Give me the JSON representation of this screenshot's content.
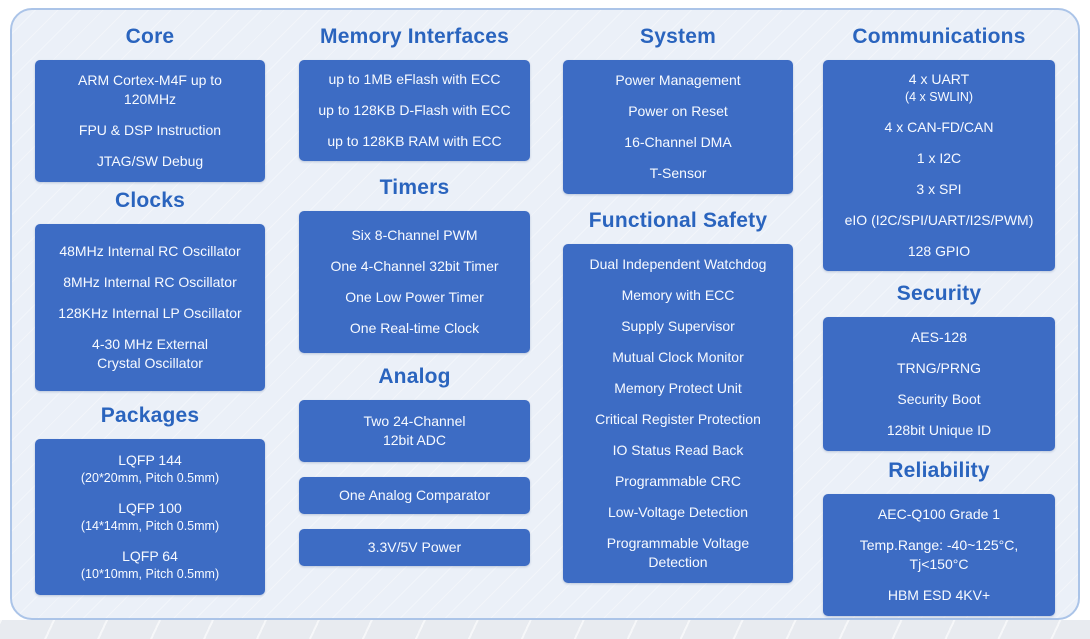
{
  "theme": {
    "box_fill": "#3d6cc4",
    "box_text": "#f7faff",
    "header_text": "#2a64be",
    "frame_fill": "#ebf0f8",
    "frame_border": "#abc4e8",
    "page_bg": "#ffffff",
    "footer_strip": "#e8ebf0"
  },
  "columns": [
    {
      "id": "core-clocks-packages",
      "sections": [
        {
          "id": "core",
          "title": "Core",
          "boxes": [
            {
              "rows": [
                [
                  {
                    "text": "ARM Cortex-M4F up to"
                  },
                  {
                    "text": "120MHz"
                  }
                ],
                [
                  {
                    "text": "FPU & DSP Instruction"
                  }
                ],
                [
                  {
                    "text": "JTAG/SW Debug"
                  }
                ]
              ]
            }
          ]
        },
        {
          "id": "clocks",
          "title": "Clocks",
          "boxes": [
            {
              "rows": [
                [
                  {
                    "text": "48MHz Internal RC Oscillator"
                  }
                ],
                [
                  {
                    "text": "8MHz Internal RC Oscillator"
                  }
                ],
                [
                  {
                    "text": "128KHz Internal LP Oscillator"
                  }
                ],
                [
                  {
                    "text": "4-30 MHz External"
                  },
                  {
                    "text": "Crystal Oscillator"
                  }
                ]
              ]
            }
          ]
        },
        {
          "id": "packages",
          "title": "Packages",
          "boxes": [
            {
              "rows": [
                [
                  {
                    "text": "LQFP 144"
                  },
                  {
                    "text": "(20*20mm, Pitch 0.5mm)",
                    "small": true
                  }
                ],
                [
                  {
                    "text": "LQFP 100"
                  },
                  {
                    "text": "(14*14mm, Pitch 0.5mm)",
                    "small": true
                  }
                ],
                [
                  {
                    "text": "LQFP 64"
                  },
                  {
                    "text": "(10*10mm, Pitch 0.5mm)",
                    "small": true
                  }
                ]
              ]
            }
          ]
        }
      ]
    },
    {
      "id": "memory-timers-analog",
      "sections": [
        {
          "id": "memory-interfaces",
          "title": "Memory Interfaces",
          "boxes": [
            {
              "rows": [
                [
                  {
                    "text": "up to 1MB eFlash  with ECC"
                  }
                ],
                [
                  {
                    "text": "up to 128KB D-Flash with ECC"
                  }
                ],
                [
                  {
                    "text": "up to 128KB RAM with ECC"
                  }
                ]
              ]
            }
          ]
        },
        {
          "id": "timers",
          "title": "Timers",
          "boxes": [
            {
              "rows": [
                [
                  {
                    "text": "Six 8-Channel PWM"
                  }
                ],
                [
                  {
                    "text": "One 4-Channel 32bit Timer"
                  }
                ],
                [
                  {
                    "text": "One Low Power Timer"
                  }
                ],
                [
                  {
                    "text": "One Real-time Clock"
                  }
                ]
              ]
            }
          ]
        },
        {
          "id": "analog",
          "title": "Analog",
          "boxes": [
            {
              "rows": [
                [
                  {
                    "text": "Two 24-Channel"
                  },
                  {
                    "text": "12bit ADC"
                  }
                ]
              ]
            },
            {
              "rows": [
                [
                  {
                    "text": "One Analog Comparator"
                  }
                ]
              ]
            },
            {
              "rows": [
                [
                  {
                    "text": "3.3V/5V Power"
                  }
                ]
              ]
            }
          ]
        }
      ]
    },
    {
      "id": "system-safety",
      "sections": [
        {
          "id": "system",
          "title": "System",
          "boxes": [
            {
              "rows": [
                [
                  {
                    "text": "Power Management"
                  }
                ],
                [
                  {
                    "text": "Power on Reset"
                  }
                ],
                [
                  {
                    "text": "16-Channel DMA"
                  }
                ],
                [
                  {
                    "text": "T-Sensor"
                  }
                ]
              ]
            }
          ]
        },
        {
          "id": "functional-safety",
          "title": "Functional Safety",
          "boxes": [
            {
              "rows": [
                [
                  {
                    "text": "Dual Independent Watchdog"
                  }
                ],
                [
                  {
                    "text": "Memory with ECC"
                  }
                ],
                [
                  {
                    "text": "Supply Supervisor"
                  }
                ],
                [
                  {
                    "text": "Mutual Clock Monitor"
                  }
                ],
                [
                  {
                    "text": "Memory Protect Unit"
                  }
                ],
                [
                  {
                    "text": "Critical Register Protection"
                  }
                ],
                [
                  {
                    "text": "IO Status Read Back"
                  }
                ],
                [
                  {
                    "text": "Programmable CRC"
                  }
                ],
                [
                  {
                    "text": "Low-Voltage Detection"
                  }
                ],
                [
                  {
                    "text": "Programmable Voltage"
                  },
                  {
                    "text": "Detection"
                  }
                ]
              ]
            }
          ]
        }
      ]
    },
    {
      "id": "comms-security-reliability",
      "sections": [
        {
          "id": "communications",
          "title": "Communications",
          "boxes": [
            {
              "rows": [
                [
                  {
                    "text": "4 x UART"
                  },
                  {
                    "text": "(4 x SWLIN)",
                    "small": true
                  }
                ],
                [
                  {
                    "text": "4 x CAN-FD/CAN"
                  }
                ],
                [
                  {
                    "text": "1 x I2C"
                  }
                ],
                [
                  {
                    "text": "3 x SPI"
                  }
                ],
                [
                  {
                    "text": "eIO (I2C/SPI/UART/I2S/PWM)"
                  }
                ],
                [
                  {
                    "text": "128 GPIO"
                  }
                ]
              ]
            }
          ]
        },
        {
          "id": "security",
          "title": "Security",
          "boxes": [
            {
              "rows": [
                [
                  {
                    "text": "AES-128"
                  }
                ],
                [
                  {
                    "text": "TRNG/PRNG"
                  }
                ],
                [
                  {
                    "text": "Security Boot"
                  }
                ],
                [
                  {
                    "text": "128bit Unique ID"
                  }
                ]
              ]
            }
          ]
        },
        {
          "id": "reliability",
          "title": "Reliability",
          "boxes": [
            {
              "rows": [
                [
                  {
                    "text": "AEC-Q100 Grade 1"
                  }
                ],
                [
                  {
                    "text": "Temp.Range: -40~125°C,"
                  },
                  {
                    "text": "Tj<150°C"
                  }
                ],
                [
                  {
                    "text": "HBM ESD  4KV+"
                  }
                ]
              ]
            }
          ]
        }
      ]
    }
  ]
}
